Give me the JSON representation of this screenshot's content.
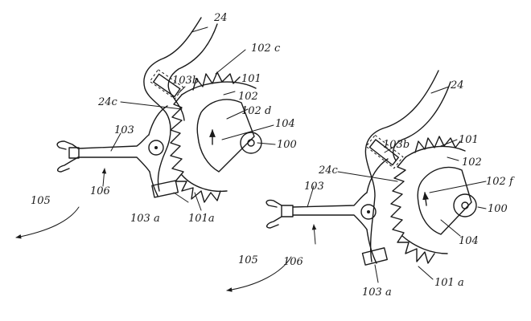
{
  "figure": {
    "left": {
      "labels": {
        "l24": "24",
        "l102c": "102 c",
        "l103b": "103b",
        "l101": "101",
        "l24c": "24c",
        "l102": "102",
        "l102d": "102 d",
        "l104": "104",
        "l103": "103",
        "l100": "100",
        "l106": "106",
        "l105": "105",
        "l103a": "103 a",
        "l101a": "101a"
      }
    },
    "right": {
      "labels": {
        "l24": "24",
        "l103b": "103b",
        "l101": "101",
        "l102": "102",
        "l24c": "24c",
        "l102f": "102 f",
        "l103": "103",
        "l100": "100",
        "l104": "104",
        "l105": "105",
        "l106": "106",
        "l103a": "103 a",
        "l101a": "101 a"
      }
    }
  }
}
